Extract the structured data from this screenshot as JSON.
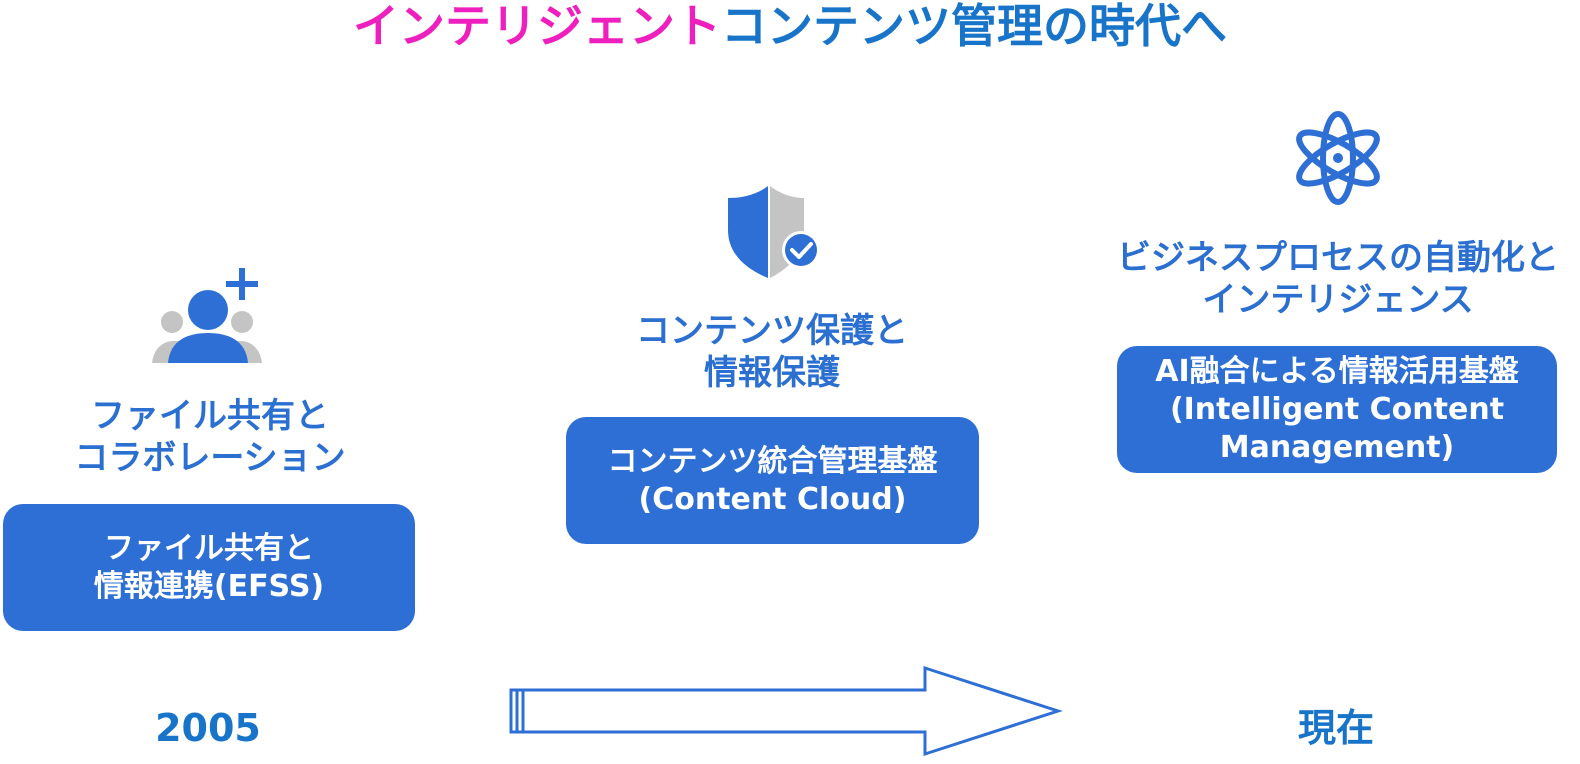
{
  "title": {
    "part1": "インテリジェント",
    "part2": "コンテンツ管理の時代へ"
  },
  "colors": {
    "accent_pink": "#ee1fbe",
    "title_blue": "#1874c8",
    "heading_blue": "#2b6fd1",
    "box_blue": "#2e6fd5",
    "icon_gray": "#c4c4c4"
  },
  "stages": [
    {
      "icon": "add-user-icon",
      "heading": [
        "ファイル共有と",
        "コラボレーション"
      ],
      "box": [
        "ファイル共有と",
        "情報連携(EFSS)"
      ]
    },
    {
      "icon": "shield-check-icon",
      "heading": [
        "コンテンツ保護と",
        "情報保護"
      ],
      "box": [
        "コンテンツ統合管理基盤",
        "(Content Cloud)"
      ]
    },
    {
      "icon": "atom-icon",
      "heading": [
        "ビジネスプロセスの自動化と",
        "インテリジェンス"
      ],
      "box": [
        "AI融合による情報活用基盤",
        "(Intelligent Content",
        "Management)"
      ]
    }
  ],
  "timeline": {
    "start": "2005",
    "end": "現在",
    "arrow_icon": "right-arrow-icon"
  }
}
